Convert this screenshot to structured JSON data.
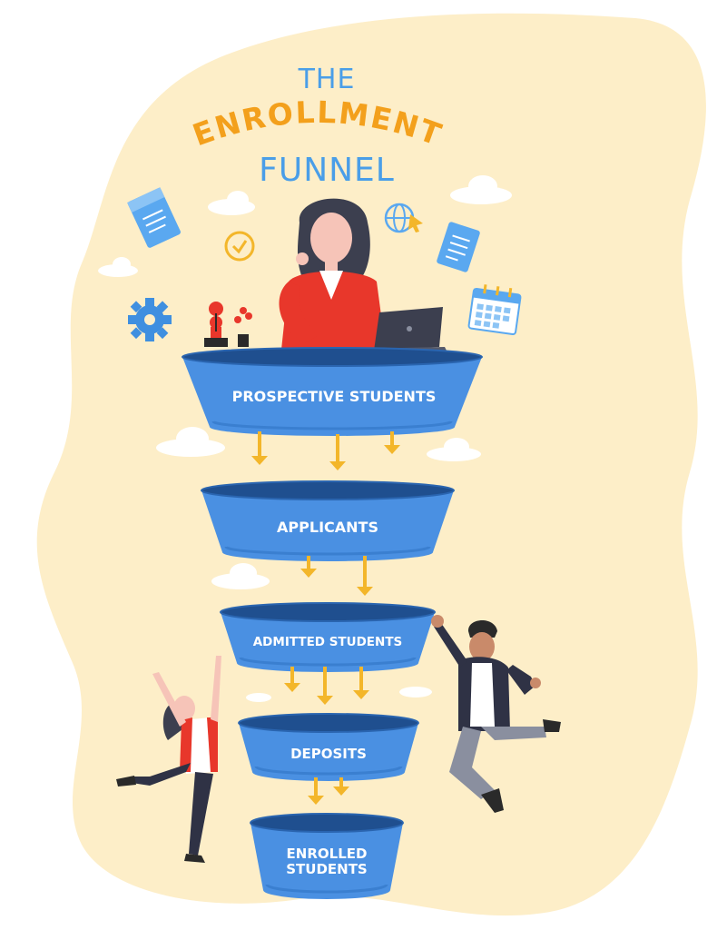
{
  "title": {
    "line1": "THE",
    "line2": "ENROLLMENT",
    "line3": "FUNNEL"
  },
  "stages": [
    {
      "label": "PROSPECTIVE STUDENTS"
    },
    {
      "label": "APPLICANTS"
    },
    {
      "label": "ADMITTED STUDENTS"
    },
    {
      "label": "DEPOSITS"
    },
    {
      "label": "ENROLLED\nSTUDENTS"
    }
  ],
  "colors": {
    "background_blob": "#fdeec8",
    "funnel_blue": "#4a90e2",
    "funnel_rim": "#1f4f8f",
    "arrow_yellow": "#f3b62a",
    "title_blue": "#4a9ee8",
    "title_orange": "#f3a01c",
    "cloud": "#ffffff"
  },
  "icons": [
    "document-icon",
    "clock-icon",
    "globe-cursor-icon",
    "file-icon",
    "gear-icon",
    "calendar-icon",
    "laptop-icon",
    "plant-icon"
  ]
}
